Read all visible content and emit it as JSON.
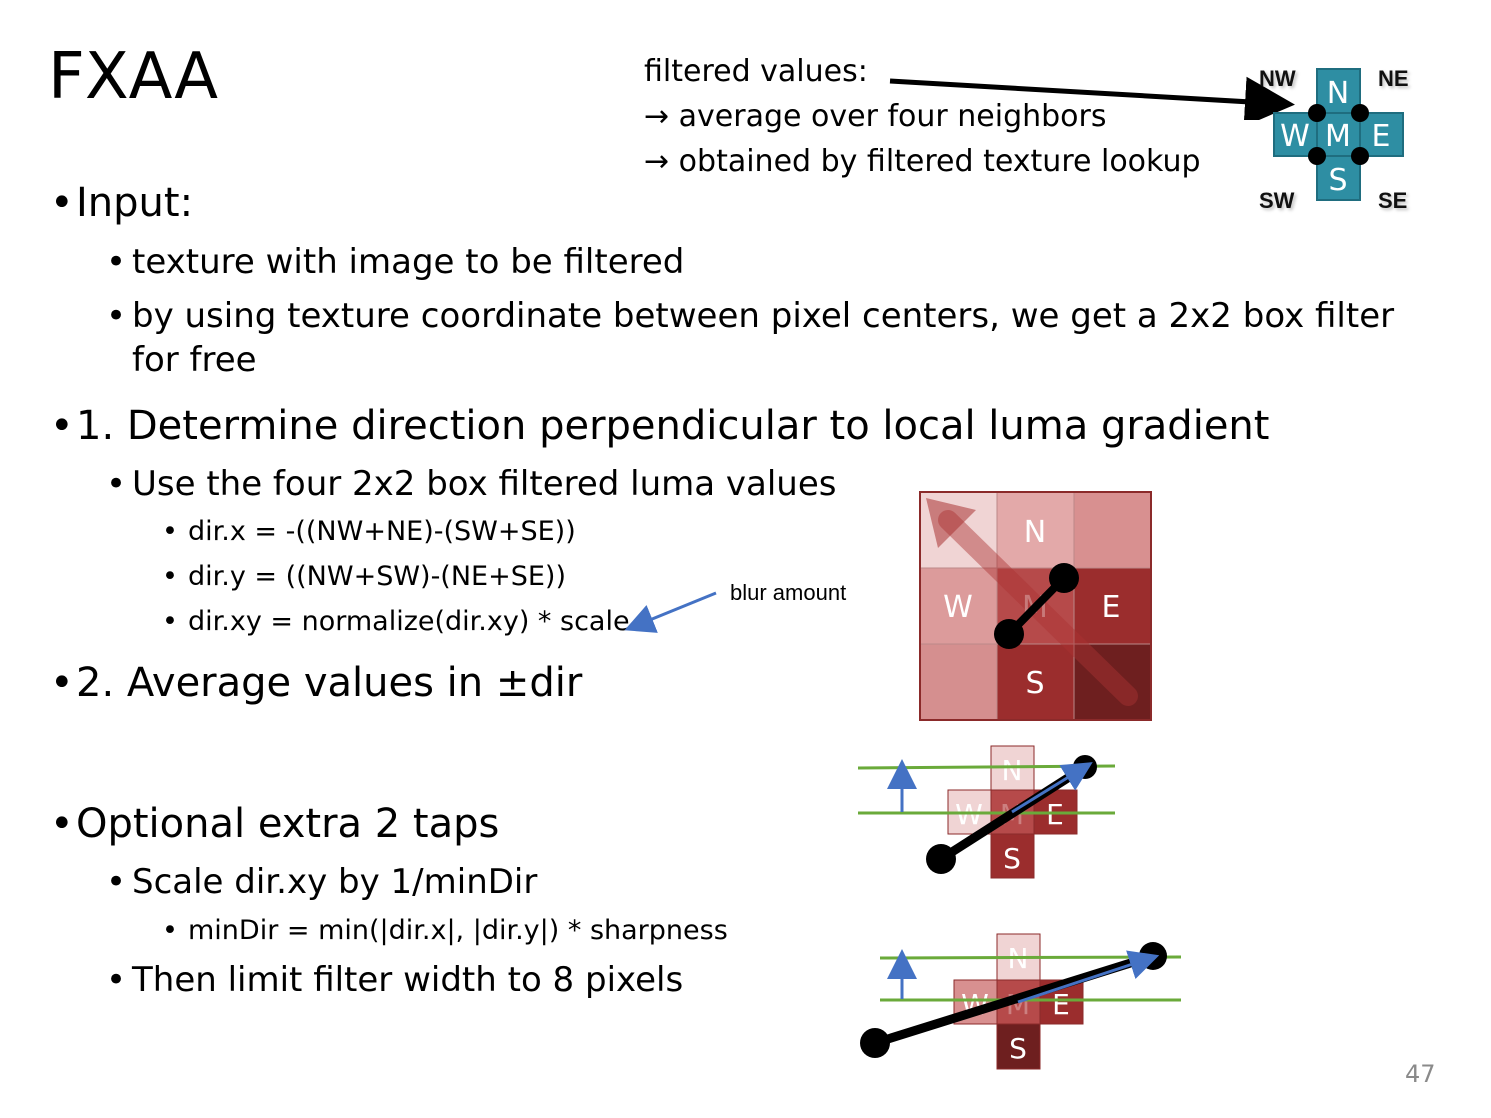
{
  "slide": {
    "title": "FXAA",
    "page_number": "47"
  },
  "note": {
    "line1": "filtered values:",
    "line2": "→ average over four neighbors",
    "line3": "→ obtained by filtered texture lookup"
  },
  "compass": {
    "nw": "NW",
    "ne": "NE",
    "sw": "SW",
    "se": "SE",
    "cells": {
      "n": "N",
      "w": "W",
      "m": "M",
      "e": "E",
      "s": "S"
    }
  },
  "bullets": {
    "input": "Input:",
    "input_sub1": "texture with image to be filtered",
    "input_sub2_line1": "by using texture coordinate between pixel centers, we get a 2x2 box filter",
    "input_sub2_line2": "for free",
    "step1": "1. Determine direction perpendicular to local luma gradient",
    "step1_sub": "Use the four 2x2 box filtered luma values",
    "dirx": "dir.x = -((NW+NE)-(SW+SE))",
    "diry": "dir.y = ((NW+SW)-(NE+SE))",
    "dirxy": "dir.xy = normalize(dir.xy) * scale",
    "step2": "2. Average values in ±dir",
    "optional": "Optional extra 2 taps",
    "opt_sub1": "Scale dir.xy by 1/minDir",
    "mindir": "minDir = min(|dir.x|, |dir.y|) * sharpness",
    "opt_sub2": "Then limit filter width to 8 pixels"
  },
  "annotations": {
    "blur_amount": "blur amount"
  },
  "grid": {
    "n": "N",
    "w": "W",
    "m": "M",
    "e": "E",
    "s": "S"
  },
  "colors": {
    "teal": "#2e8ea3",
    "teal_border": "#1f6d7f",
    "green_line": "#6aaa3a",
    "blue_arrow": "#4472c4",
    "red_dark": "#7a2020"
  }
}
